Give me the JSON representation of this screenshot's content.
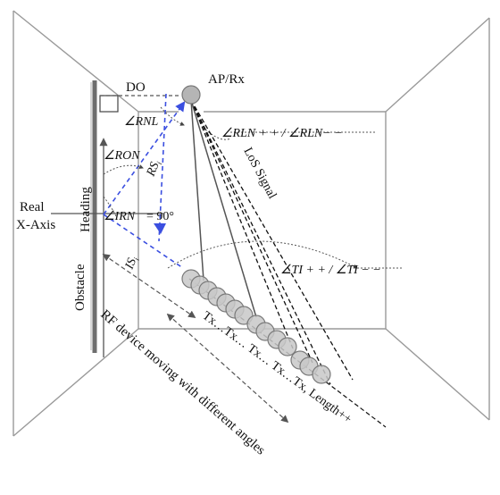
{
  "labels": {
    "ap_rx": "AP/Rx",
    "do": "DO",
    "angle_rnl": "∠RNL",
    "angle_rln": "∠RLN + + / ∠RLN− −",
    "angle_ron": "∠RON",
    "rs": "RS",
    "rs_sub": "i",
    "los_signal": "LoS Signal",
    "real_1": "Real",
    "real_2": "X-Axis",
    "heading": "Heading",
    "angle_irn": "∠IRN",
    "equals_90": "= 90°",
    "is": "IS",
    "is_sub": "i",
    "angle_ti": "∠TI + + / ∠TI − −",
    "obstacle": "Obstacle",
    "tx_sequence": "Tx…Tx… Tx… Tx…Tx, Length++",
    "rf_device": "RF device moving with different angles"
  },
  "colors": {
    "wall_line": "#9a9a9a",
    "obstacle": "#6e6e6e",
    "blue_dashed": "#3b4fe0",
    "circle_fill": "#c8c8c8",
    "circle_stroke": "#7a7a7a",
    "text": "#111111"
  }
}
